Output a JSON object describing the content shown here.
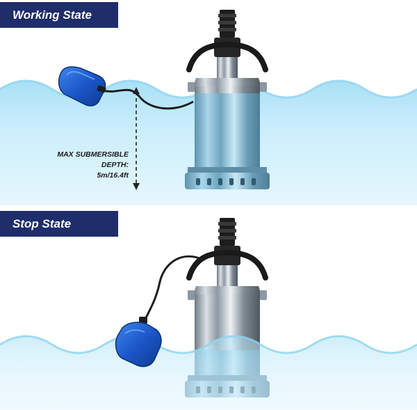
{
  "panels": {
    "working": {
      "title": "Working State",
      "depth_label": {
        "line1": "MAX SUBMERSIBLE",
        "line2": "DEPTH:",
        "line3": "5m/16.4ft"
      }
    },
    "stop": {
      "title": "Stop State"
    }
  },
  "colors": {
    "banner": "#1f2d6b",
    "water_light": "#cfeefb",
    "water_dark": "#9fdcf4",
    "float_switch": "#1b57c9",
    "pump_steel": "#a9b2ba"
  },
  "icons": [
    "submersible-pump",
    "float-switch",
    "depth-arrow"
  ]
}
